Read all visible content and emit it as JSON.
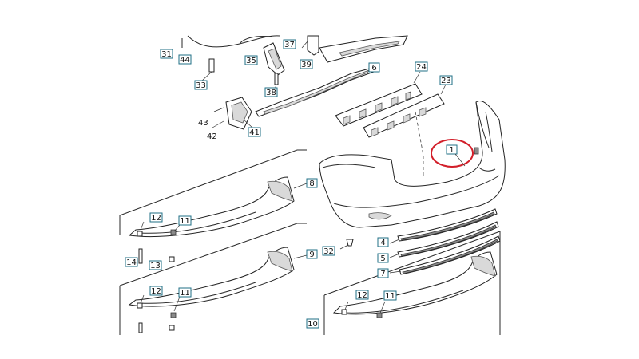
{
  "diagram": {
    "callouts": {
      "c1": "1",
      "c4": "4",
      "c5": "5",
      "c6": "6",
      "c7": "7",
      "c8": "8",
      "c9": "9",
      "c10": "10",
      "c11a": "11",
      "c11b": "11",
      "c11c": "11",
      "c12a": "12",
      "c12b": "12",
      "c12c": "12",
      "c13": "13",
      "c14": "14",
      "c23": "23",
      "c24": "24",
      "c31": "31",
      "c32": "32",
      "c33": "33",
      "c35": "35",
      "c37": "37",
      "c38": "38",
      "c39": "39",
      "c41": "41",
      "c44": "44"
    },
    "plain_labels": {
      "p42": "42",
      "p43": "43"
    },
    "highlight_color": "#d21f2a",
    "callout_border_color": "#1f6f86",
    "highlighted_callout": "1"
  }
}
